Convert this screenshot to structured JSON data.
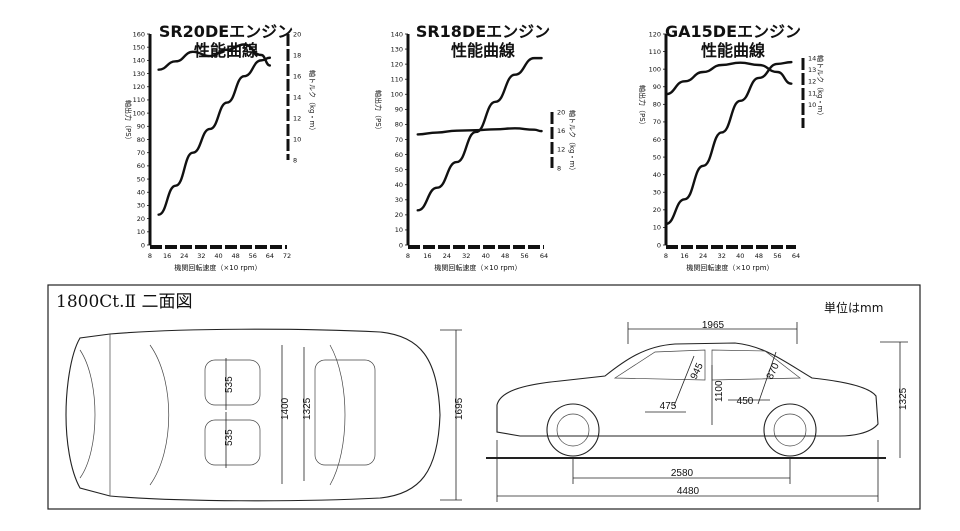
{
  "chart_data": [
    {
      "type": "line",
      "title": "SR20DEエンジン",
      "subtitle": "性能曲線",
      "xlabel": "機関回転速度（×10 rpm）",
      "ylabel": "軸出力（PS）",
      "y2label": "軸トルク（kg・m）",
      "x_ticks": [
        8,
        16,
        24,
        32,
        40,
        48,
        56,
        64,
        72
      ],
      "y_ticks": [
        0,
        10,
        20,
        30,
        40,
        50,
        60,
        70,
        80,
        90,
        100,
        110,
        120,
        130,
        140,
        150,
        160
      ],
      "y2_ticks": [
        8,
        10,
        12,
        14,
        16,
        18,
        20
      ],
      "xlim": [
        8,
        72
      ],
      "ylim": [
        0,
        160
      ],
      "y2lim": [
        8,
        20
      ],
      "series": [
        {
          "axis": "left",
          "x": [
            12,
            20,
            28,
            36,
            44,
            52,
            60,
            64
          ],
          "y": [
            23,
            45,
            70,
            88,
            108,
            128,
            140,
            142
          ]
        },
        {
          "axis": "right",
          "x": [
            12,
            20,
            28,
            36,
            44,
            52,
            60,
            64
          ],
          "y": [
            16.6,
            17.4,
            18.3,
            17.9,
            18.5,
            19.0,
            18.0,
            17.0
          ]
        }
      ]
    },
    {
      "type": "line",
      "title": "SR18DEエンジン",
      "subtitle": "性能曲線",
      "xlabel": "機関回転速度（×10 rpm）",
      "ylabel": "軸出力（PS）",
      "y2label": "軸トルク（kg・m）",
      "x_ticks": [
        8,
        16,
        24,
        32,
        40,
        48,
        56,
        64
      ],
      "y_ticks": [
        0,
        10,
        20,
        30,
        40,
        50,
        60,
        70,
        80,
        90,
        100,
        110,
        120,
        130,
        140
      ],
      "y2_ticks": [
        8,
        12,
        16,
        20
      ],
      "xlim": [
        8,
        64
      ],
      "ylim": [
        0,
        140
      ],
      "y2lim": [
        8,
        20
      ],
      "series": [
        {
          "axis": "left",
          "x": [
            12,
            20,
            28,
            36,
            44,
            52,
            60,
            63
          ],
          "y": [
            23,
            38,
            55,
            75,
            95,
            113,
            124,
            124
          ]
        },
        {
          "axis": "right",
          "x": [
            12,
            20,
            28,
            36,
            44,
            52,
            60,
            63
          ],
          "y": [
            15.2,
            15.6,
            16.0,
            16.1,
            16.3,
            16.5,
            16.2,
            15.9
          ]
        }
      ]
    },
    {
      "type": "line",
      "title": "GA15DEエンジン",
      "subtitle": "性能曲線",
      "xlabel": "機関回転速度（×10 rpm）",
      "ylabel": "軸出力（PS）",
      "y2label": "軸トルク（kg・m）",
      "x_ticks": [
        8,
        16,
        24,
        32,
        40,
        48,
        56,
        64
      ],
      "y_ticks": [
        0,
        10,
        20,
        30,
        40,
        50,
        60,
        70,
        80,
        90,
        100,
        110,
        120
      ],
      "y2_ticks": [
        10,
        11,
        12,
        13,
        14
      ],
      "xlim": [
        8,
        64
      ],
      "ylim": [
        0,
        120
      ],
      "y2lim": [
        8,
        14
      ],
      "series": [
        {
          "axis": "left",
          "x": [
            8,
            16,
            24,
            32,
            40,
            48,
            56,
            62
          ],
          "y": [
            12,
            26,
            45,
            64,
            82,
            95,
            103,
            104
          ]
        },
        {
          "axis": "right",
          "x": [
            8,
            16,
            24,
            32,
            40,
            48,
            56,
            62
          ],
          "y": [
            10.9,
            12.0,
            12.8,
            13.4,
            13.6,
            13.4,
            12.8,
            11.8
          ]
        }
      ]
    }
  ],
  "diagram": {
    "title": "1800Ct.Ⅱ 二面図",
    "unit_label": "単位はmm",
    "dimensions": {
      "front_seat_width": "535",
      "rear_seat_width": "535",
      "interior_width": "1400",
      "tread": "1325",
      "overall_width": "1695",
      "interior_length": "1965",
      "front_headroom": "945",
      "rear_headroom": "870",
      "front_legroom": "475",
      "interior_height": "1100",
      "rear_legroom": "450",
      "overall_height": "1325",
      "wheelbase": "2580",
      "overall_length": "4480"
    }
  }
}
